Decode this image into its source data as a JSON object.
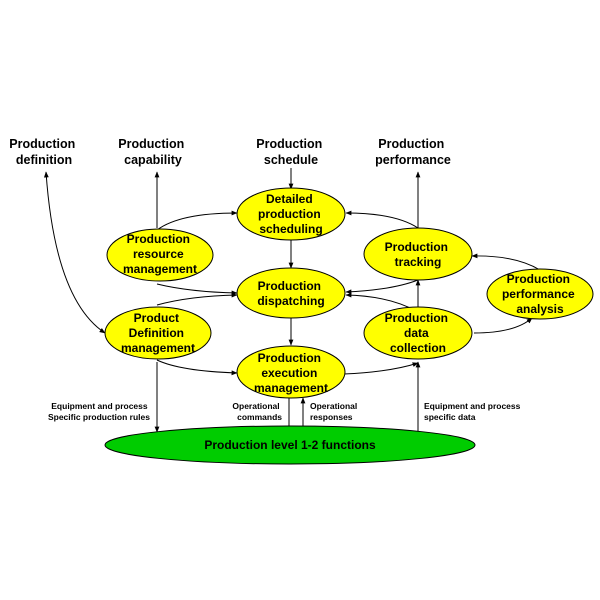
{
  "outputs": {
    "definition": [
      "Production",
      "definition"
    ],
    "capability": [
      "Production",
      "capability"
    ],
    "schedule": [
      "Production",
      "schedule"
    ],
    "performance": [
      "Production",
      "performance"
    ]
  },
  "nodes": {
    "detailed_scheduling": [
      "Detailed",
      "production",
      "scheduling"
    ],
    "resource_management": [
      "Production",
      "resource",
      "management"
    ],
    "tracking": [
      "Production",
      "tracking"
    ],
    "dispatching": [
      "Production",
      "dispatching"
    ],
    "performance_analysis": [
      "Production",
      "performance",
      "analysis"
    ],
    "definition_management": [
      "Product",
      "Definition",
      "management"
    ],
    "data_collection": [
      "Production",
      "data",
      "collection"
    ],
    "execution_management": [
      "Production",
      "execution",
      "management"
    ]
  },
  "base": {
    "label": "Production level 1-2 functions",
    "color": "#00cc00"
  },
  "annotations": {
    "equipment_rules": [
      "Equipment and process",
      "Specific production rules"
    ],
    "operational_commands": [
      "Operational",
      "commands"
    ],
    "operational_responses": [
      "Operational",
      "responses"
    ],
    "equipment_data": [
      "Equipment and process",
      "specific data"
    ]
  },
  "colors": {
    "node_fill": "#ffff00",
    "line": "#000000"
  }
}
